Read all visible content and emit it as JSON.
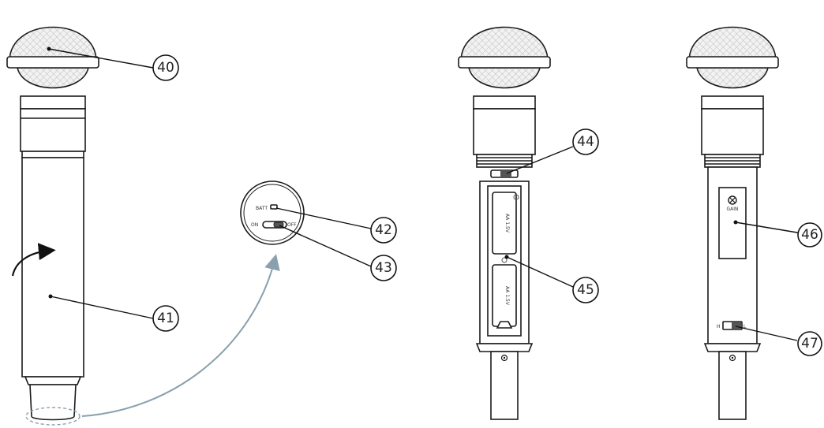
{
  "callouts": [
    {
      "id": "40",
      "label": "40"
    },
    {
      "id": "41",
      "label": "41"
    },
    {
      "id": "42",
      "label": "42"
    },
    {
      "id": "43",
      "label": "43"
    },
    {
      "id": "44",
      "label": "44"
    },
    {
      "id": "45",
      "label": "45"
    },
    {
      "id": "46",
      "label": "46"
    },
    {
      "id": "47",
      "label": "47"
    }
  ],
  "switch_panel": {
    "batt_label": "BATT",
    "on_label": "ON",
    "off_label": "OFF"
  },
  "battery_labels": {
    "cell_top": "AA 1.5V",
    "cell_bottom": "AA 1.5V"
  },
  "gain_panel": {
    "gain_label": "GAIN",
    "h_label": "H",
    "l_label": "L"
  },
  "colors": {
    "outline": "#1a1a1a",
    "grille_mesh": "#bdbdbd",
    "arrow_curve": "#8aa0ad"
  }
}
